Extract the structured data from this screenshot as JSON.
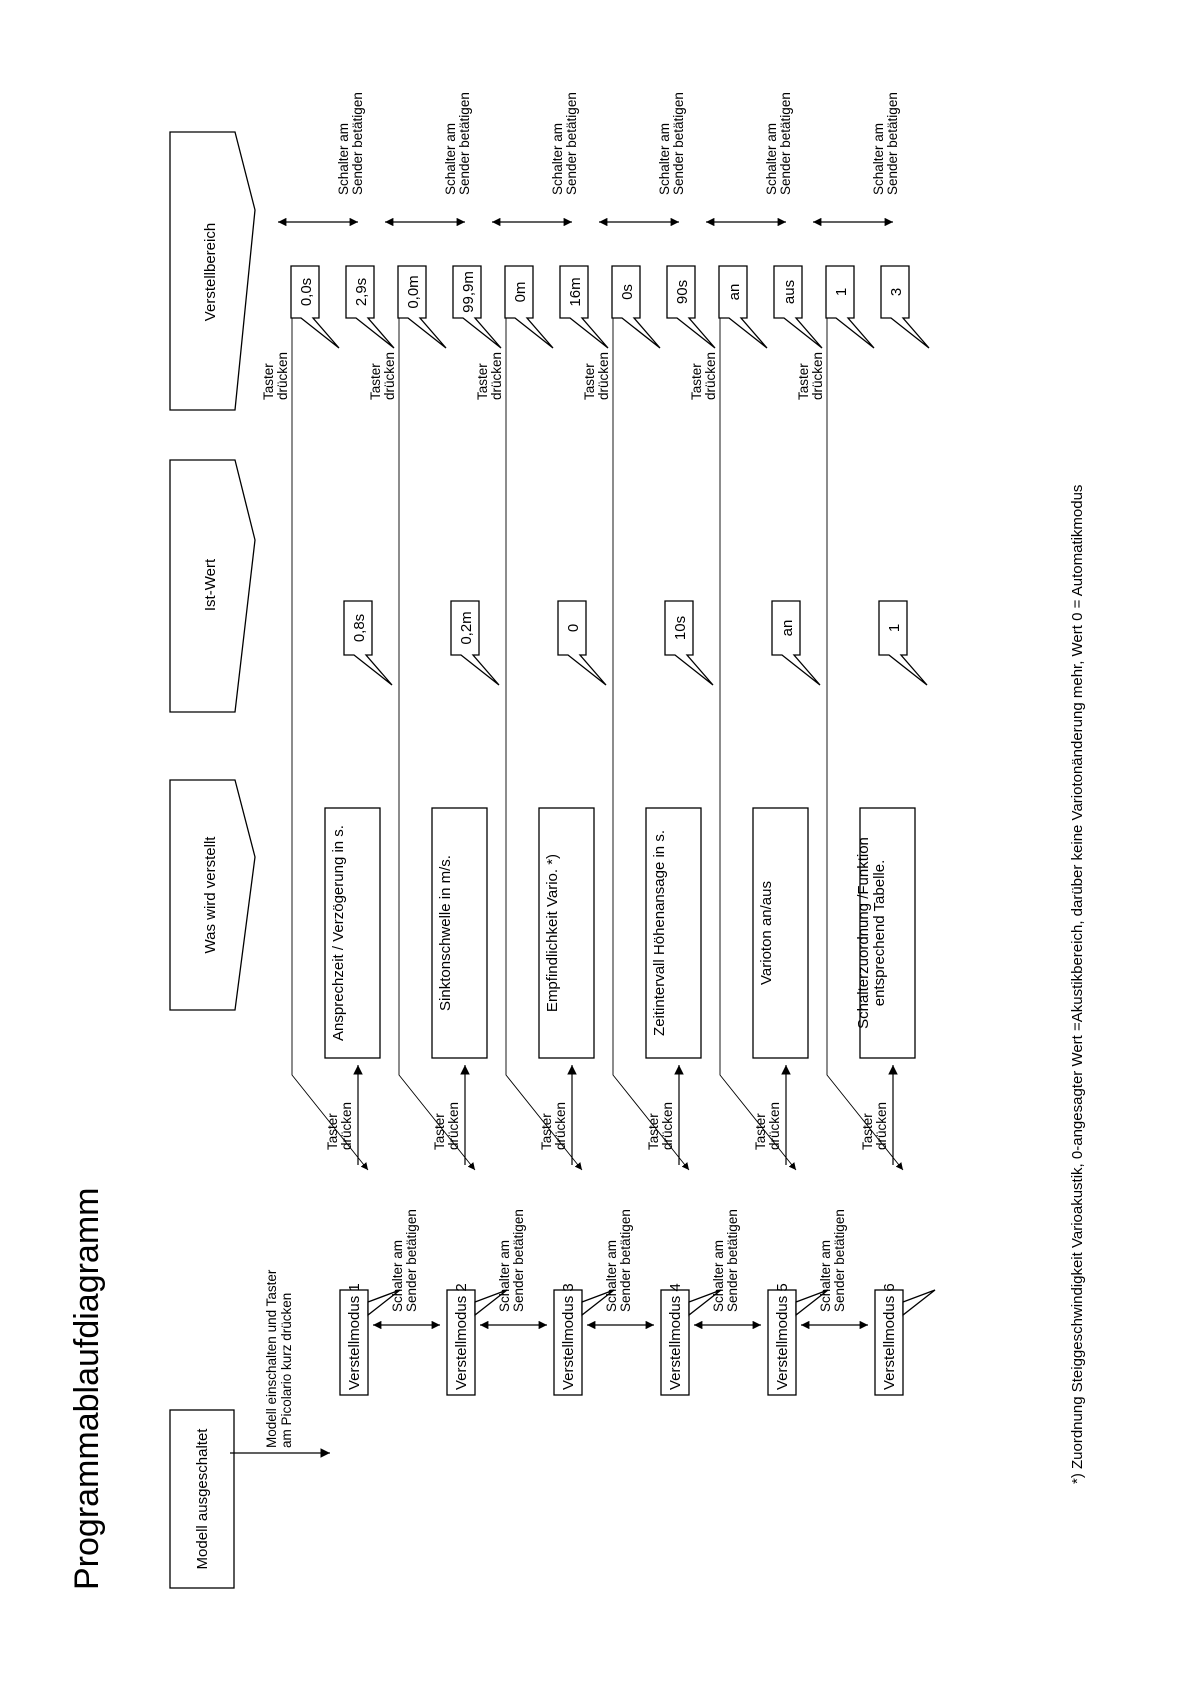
{
  "title": "Programmablaufdiagramm",
  "start_box": "Modell ausgeschaltet",
  "start_instruction": [
    "Modell einschalten und Taster",
    "am Picolario kurz drücken"
  ],
  "headers": {
    "setting": "Was wird verstellt",
    "current": "Ist-Wert",
    "range": "Verstellbereich"
  },
  "switch_label": [
    "Schalter am",
    "Sender betätigen"
  ],
  "button_label": [
    "Taster",
    "drücken"
  ],
  "modes": [
    {
      "mode": "Verstellmodus 1",
      "setting": [
        "Ansprechzeit / Verzögerung in s."
      ],
      "current": "0,8s",
      "range_min": "0,0s",
      "range_max": "2,9s"
    },
    {
      "mode": "Verstellmodus 2",
      "setting": [
        "Sinktonschwelle in m/s."
      ],
      "current": "0,2m",
      "range_min": "0,0m",
      "range_max": "99,9m"
    },
    {
      "mode": "Verstellmodus 3",
      "setting": [
        "Empfindlichkeit Vario. *)"
      ],
      "current": "0",
      "range_min": "0m",
      "range_max": "16m"
    },
    {
      "mode": "Verstellmodus 4",
      "setting": [
        "Zeitintervall Höhenansage in s."
      ],
      "current": "10s",
      "range_min": "0s",
      "range_max": "90s"
    },
    {
      "mode": "Verstellmodus 5",
      "setting": [
        "Varioton an/aus"
      ],
      "current": "an",
      "range_min": "an",
      "range_max": "aus"
    },
    {
      "mode": "Verstellmodus 6",
      "setting": [
        "Schalterzuordnung /Funktion",
        "entsprechend Tabelle."
      ],
      "current": "1",
      "range_min": "1",
      "range_max": "3"
    }
  ],
  "footnote": "*) Zuordnung Steiggeschwindigkeit Varioakustik, 0-angesagter Wert =Akustikbereich, darüber keine Variotonänderung mehr, Wert 0 = Automatikmodus"
}
